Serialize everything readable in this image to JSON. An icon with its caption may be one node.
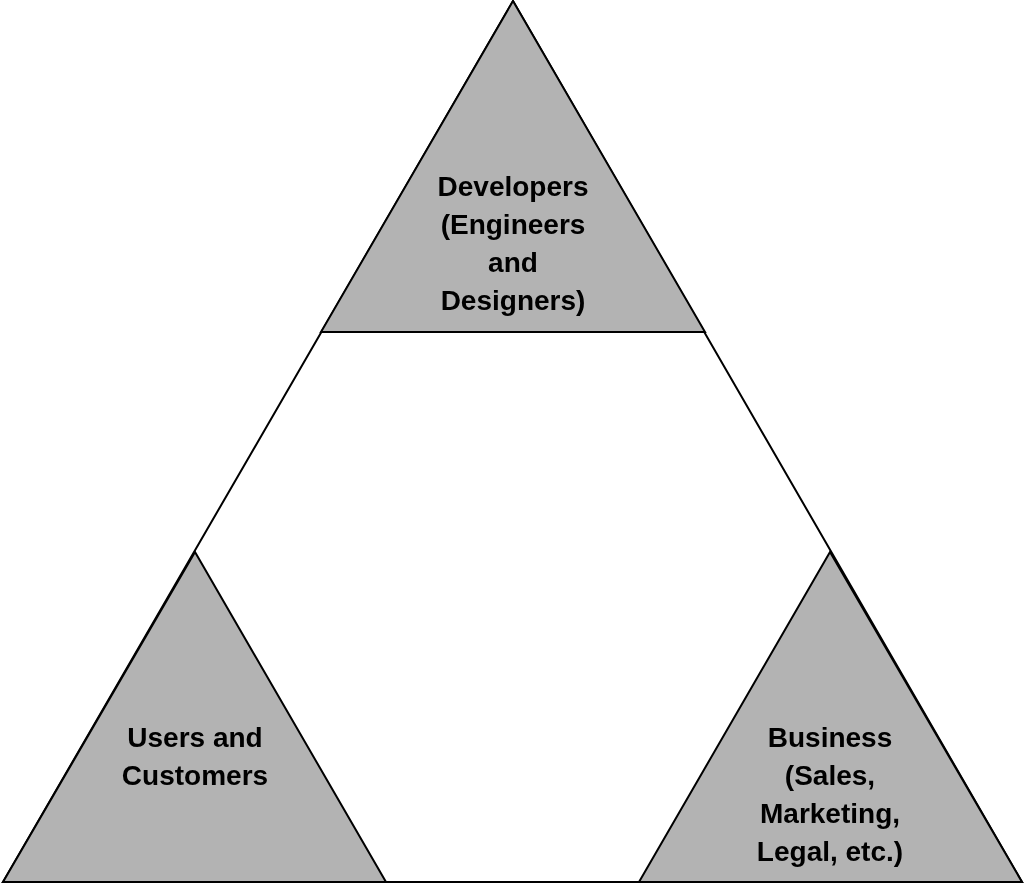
{
  "diagram": {
    "nodes": [
      {
        "text": [],
        "shape": "triangle"
      },
      {
        "text": [
          "Developers (Engineers and Designers)"
        ],
        "in": 0
      },
      {
        "text": [
          "Users and Customers"
        ],
        "in": 0
      },
      {
        "text": [
          "Business (Sales, Marketing, Legal, etc.)"
        ],
        "in": 0
      }
    ],
    "edges": []
  }
}
